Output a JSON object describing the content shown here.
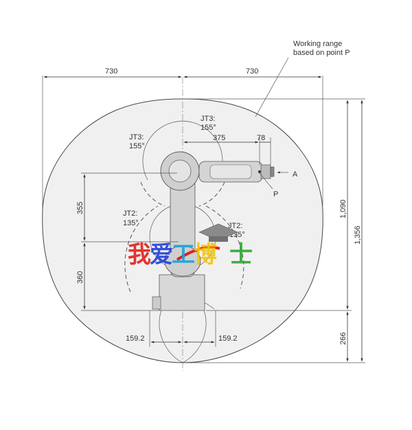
{
  "annotation": {
    "working_range_line1": "Working range",
    "working_range_line2": "based on point P"
  },
  "dimensions": {
    "left_reach": "730",
    "right_reach": "730",
    "arm_length": "375",
    "wrist_offset": "78",
    "upper_arm": "355",
    "base_height": "360",
    "base_left": "159.2",
    "base_right": "159.2",
    "total_height": "1,356",
    "upper_range": "1,090",
    "lower_range": "266"
  },
  "joints": {
    "jt3_left_name": "JT3:",
    "jt3_left_angle": "155°",
    "jt3_right_name": "JT3:",
    "jt3_right_angle": "155°",
    "jt2_left_name": "JT2:",
    "jt2_left_angle": "135°",
    "jt2_right_name": "JT2:",
    "jt2_right_angle": "135°"
  },
  "points": {
    "point_p": "P",
    "point_a": "A"
  },
  "watermark": {
    "text": "我爱工博士",
    "colors": [
      "#e0201a",
      "#1f3fd6",
      "#19a3d9",
      "#f2c50c",
      "#2aa52c"
    ]
  }
}
